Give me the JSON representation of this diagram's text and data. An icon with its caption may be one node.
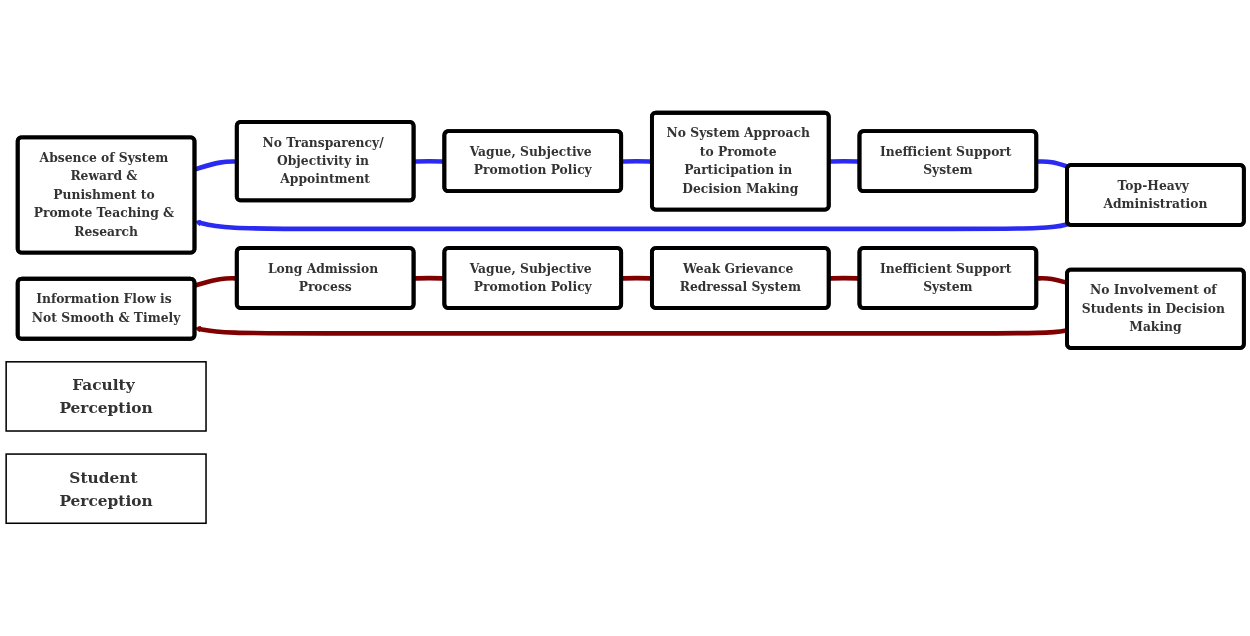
{
  "diagram": {
    "nodes": [
      {
        "text": [
          "Faculty Perception"
        ]
      },
      {
        "text": [
          "Absence of System Reward & Punishment to Promote Teaching & Research"
        ]
      },
      {
        "text": [
          "No Transparency/ Objectivity in Appointment"
        ]
      },
      {
        "text": [
          "Vague, Subjective Promotion Policy"
        ]
      },
      {
        "text": [
          "No System Approach to Promote Participation in Decision Making"
        ]
      },
      {
        "text": [
          "Inefficient Support System"
        ]
      },
      {
        "text": [
          "Top-Heavy Administration"
        ]
      },
      {
        "text": [
          "Student Perception"
        ]
      },
      {
        "text": [
          "Information Flow is Not Smooth & Timely"
        ]
      },
      {
        "text": [
          "Long Admission Process"
        ]
      },
      {
        "text": [
          "Vague, Subjective Promotion Policy"
        ]
      },
      {
        "text": [
          "Weak Grievance Redressal System"
        ]
      },
      {
        "text": [
          "Inefficient Support System"
        ]
      },
      {
        "text": [
          "No Involvement of Students in Decision Making"
        ]
      }
    ],
    "edges": [
      {
        "from": 1,
        "to": 2,
        "arrow": "none",
        "color": "#2a2af0"
      },
      {
        "from": 2,
        "to": 3,
        "arrow": "none",
        "color": "#2a2af0"
      },
      {
        "from": 3,
        "to": 4,
        "arrow": "none",
        "color": "#2a2af0"
      },
      {
        "from": 4,
        "to": 5,
        "arrow": "none",
        "color": "#2a2af0"
      },
      {
        "from": 5,
        "to": 6,
        "arrow": "none",
        "color": "#2a2af0"
      },
      {
        "from": 6,
        "to": 1,
        "arrow": "to",
        "color": "#2a2af0"
      },
      {
        "from": 8,
        "to": 9,
        "arrow": "none",
        "color": "#7f0000"
      },
      {
        "from": 9,
        "to": 10,
        "arrow": "none",
        "color": "#7f0000"
      },
      {
        "from": 10,
        "to": 11,
        "arrow": "none",
        "color": "#7f0000"
      },
      {
        "from": 11,
        "to": 12,
        "arrow": "none",
        "color": "#7f0000"
      },
      {
        "from": 12,
        "to": 13,
        "arrow": "none",
        "color": "#7f0000"
      },
      {
        "from": 13,
        "to": 8,
        "arrow": "to",
        "color": "#7f0000"
      }
    ]
  }
}
